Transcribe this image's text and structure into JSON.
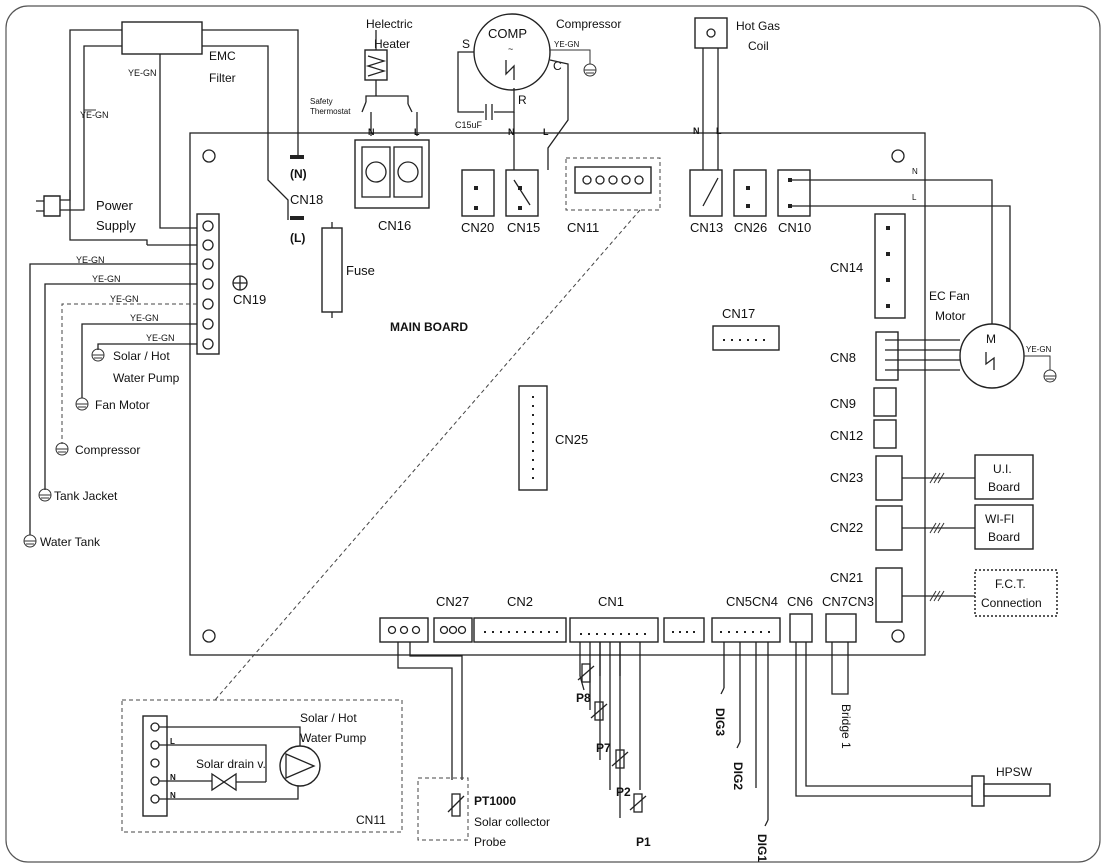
{
  "board": {
    "title": "MAIN BOARD"
  },
  "connectors": {
    "cn16": "CN16",
    "cn20": "CN20",
    "cn15": "CN15",
    "cn11": "CN11",
    "cn13": "CN13",
    "cn26": "CN26",
    "cn10": "CN10",
    "cn14": "CN14",
    "cn17": "CN17",
    "cn8": "CN8",
    "cn9": "CN9",
    "cn12": "CN12",
    "cn23": "CN23",
    "cn22": "CN22",
    "cn21": "CN21",
    "cn25": "CN25",
    "cn19": "CN19",
    "cn18": "CN18",
    "cn27": "CN27",
    "cn2": "CN2",
    "cn1": "CN1",
    "cn5cn4": "CN5CN4",
    "cn6": "CN6",
    "cn7cn3": "CN7CN3"
  },
  "components": {
    "emc_filter": [
      "EMC",
      "Filter"
    ],
    "heater": [
      "Helectric",
      "Heater"
    ],
    "safety_thermostat": [
      "Safety",
      "Thermostat"
    ],
    "compressor": "Compressor",
    "comp": "COMP",
    "hot_gas_coil": [
      "Hot Gas",
      "Coil"
    ],
    "power_supply": [
      "Power",
      "Supply"
    ],
    "fuse": "Fuse",
    "ec_fan_motor": [
      "EC Fan",
      "Motor"
    ],
    "motor_m": "M",
    "ui_board": [
      "U.I.",
      "Board"
    ],
    "wifi_board": [
      "WI-FI",
      "Board"
    ],
    "fct": [
      "F.C.T.",
      "Connection"
    ],
    "capacitor": "C15uF",
    "hpsw": "HPSW",
    "bridge": "Bridge 1",
    "pt1000": "PT1000",
    "solar_probe": [
      "Solar collector",
      "Probe"
    ],
    "solar_pump": [
      "Solar / Hot",
      "Water Pump"
    ],
    "solar_drain": "Solar drain v.",
    "cn11_inset": "CN11"
  },
  "ground_labels": {
    "solar_pump": [
      "Solar / Hot",
      "Water Pump"
    ],
    "fan_motor": "Fan Motor",
    "compressor": "Compressor",
    "tank_jacket": "Tank Jacket",
    "water_tank": "Water Tank"
  },
  "wire_labels": {
    "ye_gn": "YE-GN",
    "n": "N",
    "l": "L",
    "n_paren": "(N)",
    "l_paren": "(L)",
    "s": "S",
    "c": "C",
    "r": "R"
  },
  "probes": {
    "p8": "P8",
    "p7": "P7",
    "p2": "P2",
    "p1": "P1"
  },
  "digital": {
    "dig3": "DIG3",
    "dig2": "DIG2",
    "dig1": "DIG1"
  }
}
